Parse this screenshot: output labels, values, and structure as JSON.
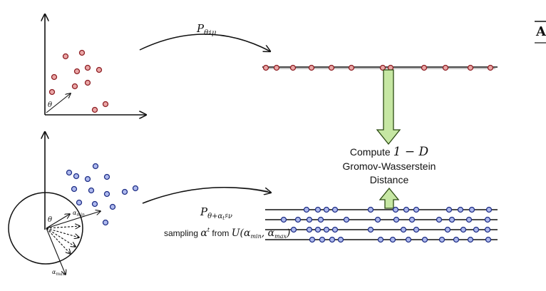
{
  "top_pushforward": {
    "P": "P",
    "sub": "θ",
    "sharp": "♯",
    "measure": "μ"
  },
  "bottom_pushforward": {
    "P": "P",
    "sub": "θ+α",
    "subsub": "t",
    "sharp": "♯",
    "measure": "ν"
  },
  "theta_top": "θ",
  "theta_bottom": "θ",
  "alpha_min_label": {
    "base": "α",
    "sub": "min"
  },
  "alpha_max_label": {
    "base": "α",
    "sub": "max"
  },
  "sampling_text": {
    "prefix": "sampling ",
    "alpha": "α",
    "t": "t",
    "from": " from ",
    "U": "U(",
    "a1": "α",
    "min": "min",
    "comma": ", ",
    "a2": "α",
    "max": "max",
    "close": ")"
  },
  "compute": {
    "line1_prefix": "Compute ",
    "line1_math": "1 − D",
    "line2": "Gromov-Wasserstein",
    "line3": "Distance"
  },
  "right_edge_glyph": "A",
  "colors": {
    "red_point": "#e9a6a6",
    "blue_point": "#aeb9ee",
    "green_arrow": "#c6e7a3"
  }
}
